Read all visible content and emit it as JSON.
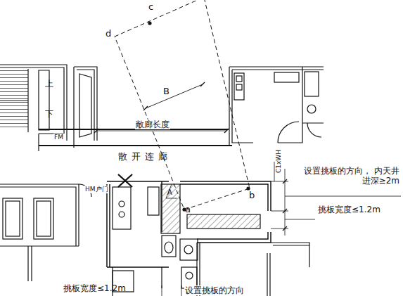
{
  "diagram": {
    "labels": [
      "c",
      "d",
      "B",
      "上",
      "下",
      "FM",
      "敞廊长度",
      "散开连廊",
      "HM户门",
      "A",
      "a",
      "b",
      "C1xWH",
      "设置挑板的方向， 内天井进深≥2m",
      "挑板宽度≤1.2m",
      "挑板宽度≤1.2m",
      "设置挑板的方向"
    ]
  }
}
